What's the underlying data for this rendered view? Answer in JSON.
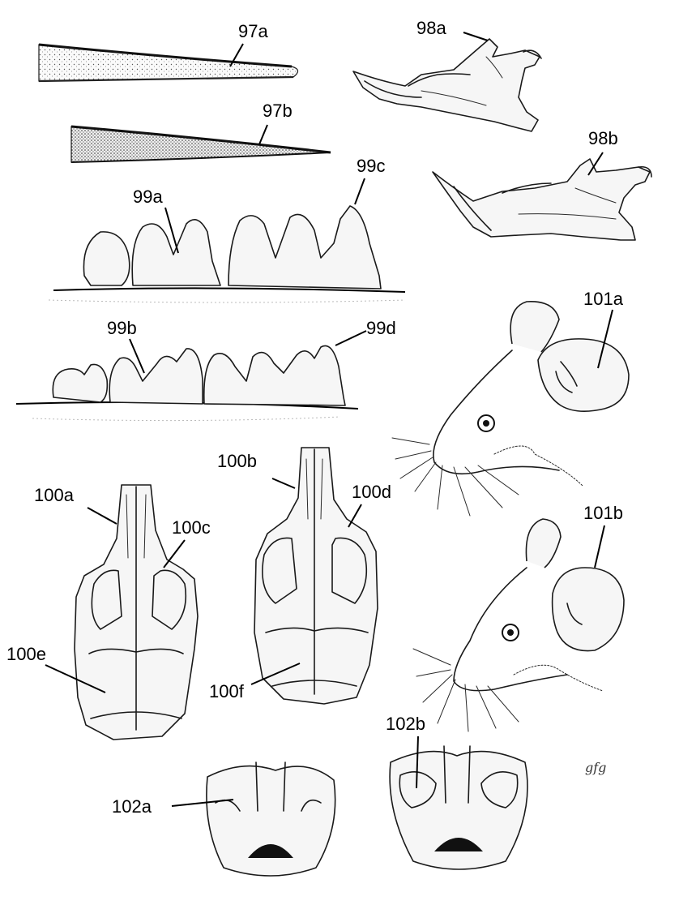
{
  "figure": {
    "labels": {
      "l97a": "97a",
      "l97b": "97b",
      "l98a": "98a",
      "l98b": "98b",
      "l99a": "99a",
      "l99b": "99b",
      "l99c": "99c",
      "l99d": "99d",
      "l100a": "100a",
      "l100b": "100b",
      "l100c": "100c",
      "l100d": "100d",
      "l100e": "100e",
      "l100f": "100f",
      "l101a": "101a",
      "l101b": "101b",
      "l102a": "102a",
      "l102b": "102b"
    },
    "signature": "gfg"
  }
}
